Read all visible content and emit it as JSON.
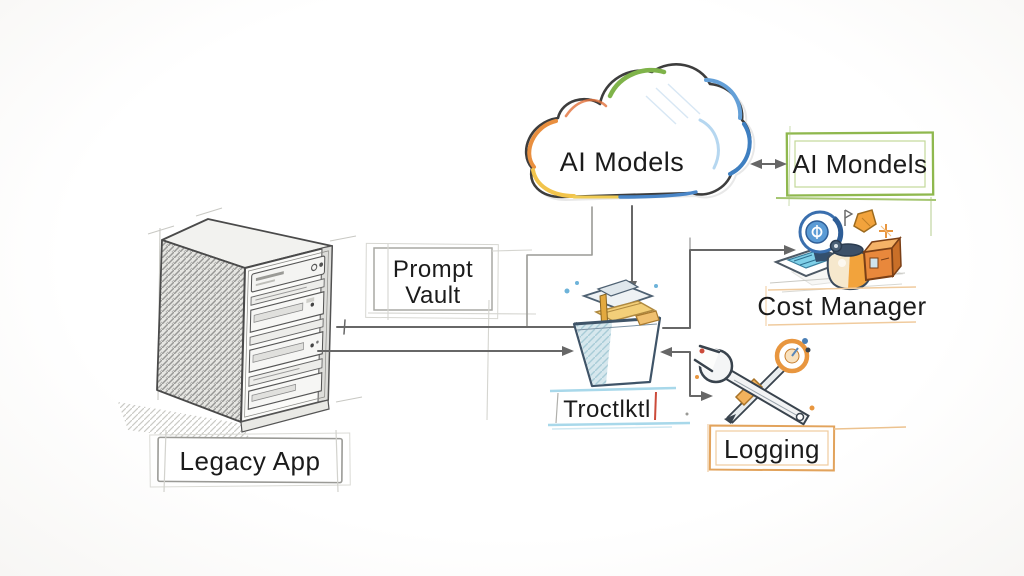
{
  "diagram": {
    "nodes": {
      "legacy_app": {
        "label": "Legacy App"
      },
      "prompt_vault": {
        "line1": "Prompt",
        "line2": "Vault"
      },
      "cloud": {
        "label": "AI Models"
      },
      "ai_models_box": {
        "label": "AI Mondels"
      },
      "cost_manager": {
        "label": "Cost Manager"
      },
      "toolkit": {
        "label": "Troctlktl"
      },
      "logging": {
        "label": "Logging"
      }
    },
    "icons": {
      "server": "server-tower-sketch",
      "cloud": "cloud-sketch",
      "toolbox": "open-toolbox-sketch",
      "wrench": "wrench-and-gauge-sketch",
      "cost": "coin-card-pot-and-box-sketch"
    },
    "colors": {
      "ink": "#1b1b1b",
      "pencil": "#9a9a96",
      "arrow": "#676767",
      "cloud_blue": "#4a86c8",
      "cloud_green": "#7fb34a",
      "cloud_orange": "#e98f3f",
      "cloud_yellow": "#f2c44c",
      "green_border": "#8fb84e",
      "blue_border": "#a8d8ea",
      "orange_border": "#e2a35c",
      "red_accent": "#cc4b3a"
    }
  }
}
